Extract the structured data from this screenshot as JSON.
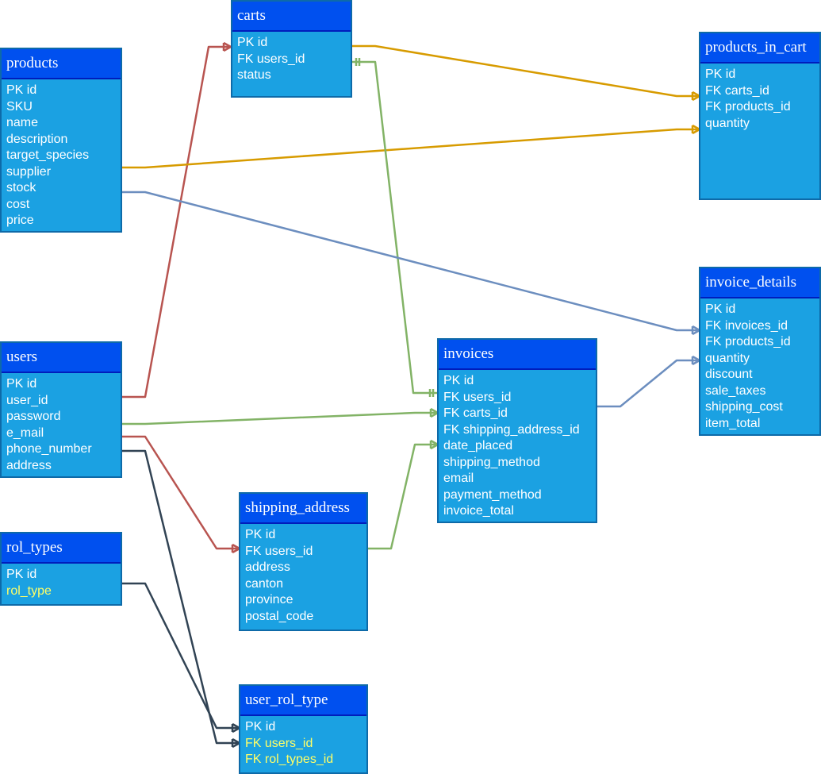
{
  "colors": {
    "header": "#0050ef",
    "body": "#1ba1e2",
    "border": "#0e6aa8",
    "text": "#ffffff",
    "highlight_text": "#ffff66",
    "link_red": "#b85450",
    "link_gold": "#d79b00",
    "link_green": "#82b366",
    "link_blue": "#6c8ebf",
    "link_dark": "#314354"
  },
  "tables": {
    "carts": {
      "title": "carts",
      "rows": [
        "PK id",
        "FK users_id",
        "status"
      ]
    },
    "products": {
      "title": "products",
      "rows": [
        "PK id",
        "SKU",
        "name",
        "description",
        "target_species",
        "supplier",
        "stock",
        "cost",
        "price"
      ]
    },
    "products_in_cart": {
      "title": "products_in_cart",
      "rows": [
        "PK id",
        "FK carts_id",
        "FK products_id",
        "quantity"
      ]
    },
    "invoice_details": {
      "title": "invoice_details",
      "rows": [
        "PK id",
        "FK invoices_id",
        "FK products_id",
        "quantity",
        "discount",
        "sale_taxes",
        "shipping_cost",
        "item_total"
      ]
    },
    "users": {
      "title": "users",
      "rows": [
        "PK id",
        "user_id",
        "password",
        "e_mail",
        "phone_number",
        "address"
      ]
    },
    "invoices": {
      "title": "invoices",
      "rows": [
        "PK id",
        "FK users_id",
        "FK carts_id",
        "FK shipping_address_id",
        "date_placed",
        "shipping_method",
        "email",
        "payment_method",
        "invoice_total"
      ]
    },
    "shipping_address": {
      "title": "shipping_address",
      "rows": [
        "PK id",
        "FK users_id",
        "address",
        "canton",
        "province",
        "postal_code"
      ]
    },
    "rol_types": {
      "title": "rol_types",
      "rows": [
        "PK id",
        "rol_type"
      ]
    },
    "user_rol_type": {
      "title": "user_rol_type",
      "rows": [
        "PK id",
        "FK users_id",
        "FK rol_types_id"
      ]
    }
  }
}
